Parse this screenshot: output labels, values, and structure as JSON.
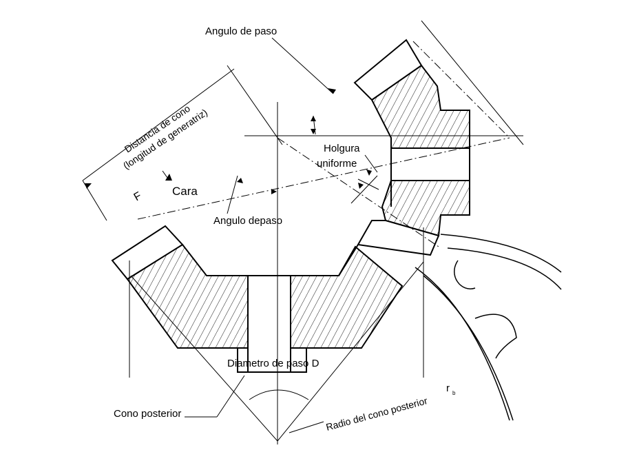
{
  "labels": {
    "pitch_angle_top": "Angulo de paso",
    "cone_distance_line1": "Distancia de cono",
    "cone_distance_line2": "(longitud de generatriz)",
    "face_symbol": "F",
    "face": "Cara",
    "clearance_line1": "Holgura",
    "clearance_line2": "uniforme",
    "pitch_angle_bottom": "Angulo depaso",
    "pitch_diameter": "Diametro de paso D",
    "back_cone": "Cono posterior",
    "back_cone_radius": "Radio del cono posterior",
    "back_cone_radius_symbol": "r",
    "back_cone_radius_subscript": "b"
  },
  "colors": {
    "line": "#000000",
    "background": "#ffffff"
  }
}
